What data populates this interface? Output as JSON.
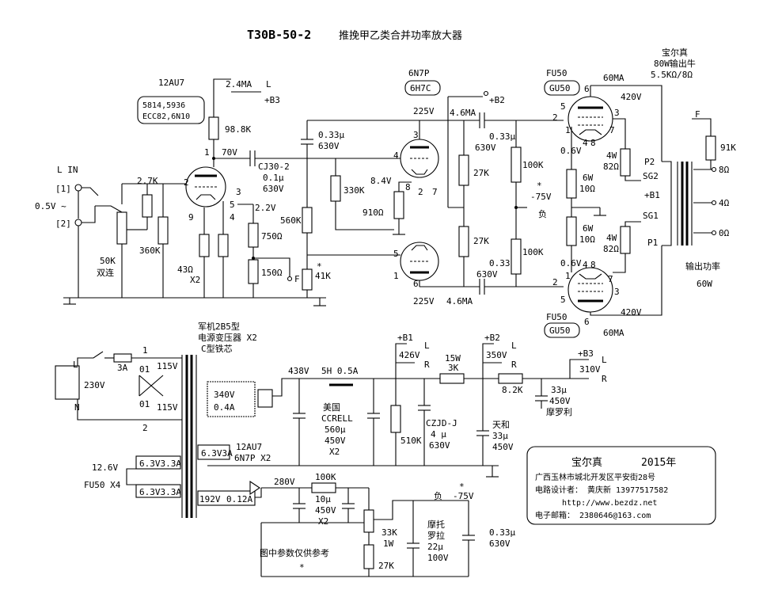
{
  "title": "T30B-50-2",
  "subtitle": "推挽甲乙类合并功率放大器",
  "pre": {
    "tube": "12AU7",
    "tube_alt_1": "5814,5936",
    "tube_alt_2": "ECC82,6N10",
    "plate_current": "2.4MA",
    "rail": "+B3",
    "rail_tag": "L",
    "plate_load": "98.8K",
    "plate_v": "70V",
    "pin1": "1",
    "pin2": "2",
    "pin3": "3",
    "pin9": "9",
    "pin5": "5",
    "pin4": "4",
    "couple_cap_1": "CJ30-2",
    "couple_cap_2": "0.1μ",
    "couple_cap_3": "630V",
    "cathode_v": "2.2V",
    "r_750": "750Ω",
    "r_150": "150Ω",
    "r_43": "43Ω",
    "x2": "X2",
    "f_tag": "F",
    "grid_r": "2.7K",
    "grid_leak": "360K",
    "vol": "50K",
    "vol_desc": "双连",
    "in_label": "L IN",
    "in_1": "[1]",
    "in_2": "[2]",
    "in_level": "0.5V ~",
    "r_560": "560K",
    "r_41": "41K",
    "star": "*"
  },
  "pi": {
    "tube": "6N7P",
    "tube_alt": "6H7C",
    "plate_v": "225V",
    "plate_v2": "225V",
    "current": "4.6MA",
    "current2": "4.6MA",
    "rail": "+B2",
    "cap_1": "0.33μ",
    "cap_2": "630V",
    "r_330": "330K",
    "cath_v": "8.4V",
    "r_910": "910Ω",
    "r_27a": "27K",
    "r_27b": "27K",
    "pin3": "3",
    "pin4": "4",
    "pin8": "8",
    "pin2": "2",
    "pin7": "7",
    "pin5": "5",
    "pin1": "1",
    "pin6": "6",
    "neg": "-75V",
    "neg_label": "负",
    "star": "*"
  },
  "power": {
    "tube": "FU50",
    "tube_alt": "GU50",
    "tube_b": "FU50",
    "tube_alt_b": "GU50",
    "i_top": "60MA",
    "i_bot": "60MA",
    "v_top": "420V",
    "v_bot": "420V",
    "g1_v_top": "0.6V",
    "g1_v_bot": "0.6V",
    "r100a": "100K",
    "r100b": "100K",
    "r6w": "6W",
    "r10": "10Ω",
    "r6w_b": "6W",
    "r10_b": "10Ω",
    "r4w": "4W",
    "r82": "82Ω",
    "r4w_b": "4W",
    "r82_b": "82Ω",
    "cap_1": "0.33μ",
    "cap_2": "630V",
    "capb_1": "0.33μ",
    "capb_2": "630V",
    "p6": "6",
    "p5": "5",
    "p2": "2",
    "p1": "1",
    "p4": "4",
    "p8": "8",
    "p3": "3",
    "p7": "7",
    "p6b": "6",
    "p5b": "5",
    "p2b": "2",
    "p1b": "1",
    "p4b": "4",
    "p8b": "8",
    "p3b": "3",
    "p7b": "7"
  },
  "otx": {
    "brand": "宝尔真",
    "spec": "80W输出牛",
    "imp": "5.5KΩ/8Ω",
    "p2": "P2",
    "sg2": "SG2",
    "b1": "+B1",
    "sg1": "SG1",
    "p1": "P1",
    "f": "F",
    "fb_r": "91K",
    "t8": "8Ω",
    "t4": "4Ω",
    "t0": "0Ω",
    "out_label": "输出功率",
    "out_val": "60W"
  },
  "psu": {
    "tx_1": "军机2B5型",
    "tx_2": "电源变压器 X2",
    "tx_3": "C型铁芯",
    "fuse": "3A",
    "mains": "230V",
    "l": "L",
    "n": "N",
    "tap01a": "01",
    "tap01b": "01",
    "tap1": "1",
    "tap2": "2",
    "v115a": "115V",
    "v115b": "115V",
    "sec_v": "340V",
    "sec_i": "0.4A",
    "fil1": "6.3V3A",
    "fil1_use": "12AU7",
    "fil1_use2": "6N7P X2",
    "fil_v": "12.6V",
    "fil2": "6.3V3.3A",
    "fil3": "6.3V3.3A",
    "fil_use": "FU50 X4",
    "bias_v": "192V",
    "bias_i": "0.12A",
    "v438": "438V",
    "choke": "5H 0.5A",
    "cap_brand": "美国",
    "cap_name": "CCRELL",
    "cap_val": "560μ",
    "cap_v": "450V",
    "cap_x": "X2",
    "b1": "+B1",
    "b1_v": "426V",
    "b1_l": "L",
    "b1_r": "R",
    "r510": "510K",
    "czjd_1": "CZJD-J",
    "czjd_2": "4 μ",
    "czjd_3": "630V",
    "r15w": "15W",
    "r3k": "3K",
    "b2": "+B2",
    "b2_v": "350V",
    "b2_l": "L",
    "b2_r": "R",
    "tianhe": "天和",
    "tianhe_val": "33μ",
    "tianhe_v": "450V",
    "r82k": "8.2K",
    "b3": "+B3",
    "b3_v": "310V",
    "b3_l": "L",
    "b3_r": "R",
    "c33": "33μ",
    "c33_v": "450V",
    "c33_brand": "摩罗利",
    "bias_rect_v": "280V",
    "r100k": "100K",
    "c10": "10μ",
    "c10_v": "450V",
    "c10_x": "X2",
    "neg_label": "负",
    "neg_v": "-75V",
    "star": "*",
    "pot33": "33K",
    "pot1w": "1W",
    "r27k": "27K",
    "moto": "摩托",
    "moto2": "罗拉",
    "moto_c": "22μ",
    "moto_v": "100V",
    "c033": "0.33μ",
    "c033_v": "630V",
    "note": "图中参数仅供参考",
    "note_star": "*"
  },
  "credit": {
    "brand": "宝尔真",
    "year": "2015年",
    "address": "广西玉林市城北开发区平安街28号",
    "designer": "电路设计者： 黄庆新   13977517582",
    "url": "http://www.bezdz.net",
    "email": "电子邮箱： 2380646@163.com"
  }
}
